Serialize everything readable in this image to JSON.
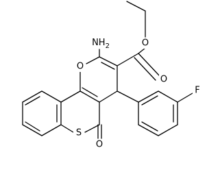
{
  "structure": {
    "atoms": {
      "amino": "NH2",
      "ring_oxygen": "O",
      "ester_carbonyl_oxygen": "O",
      "ester_alkoxy_oxygen": "O",
      "thio_sulfur": "S",
      "thio_carbonyl_oxygen": "O",
      "fluorine": "F"
    },
    "colors": {
      "ink": "#000000",
      "background": "#ffffff"
    }
  }
}
